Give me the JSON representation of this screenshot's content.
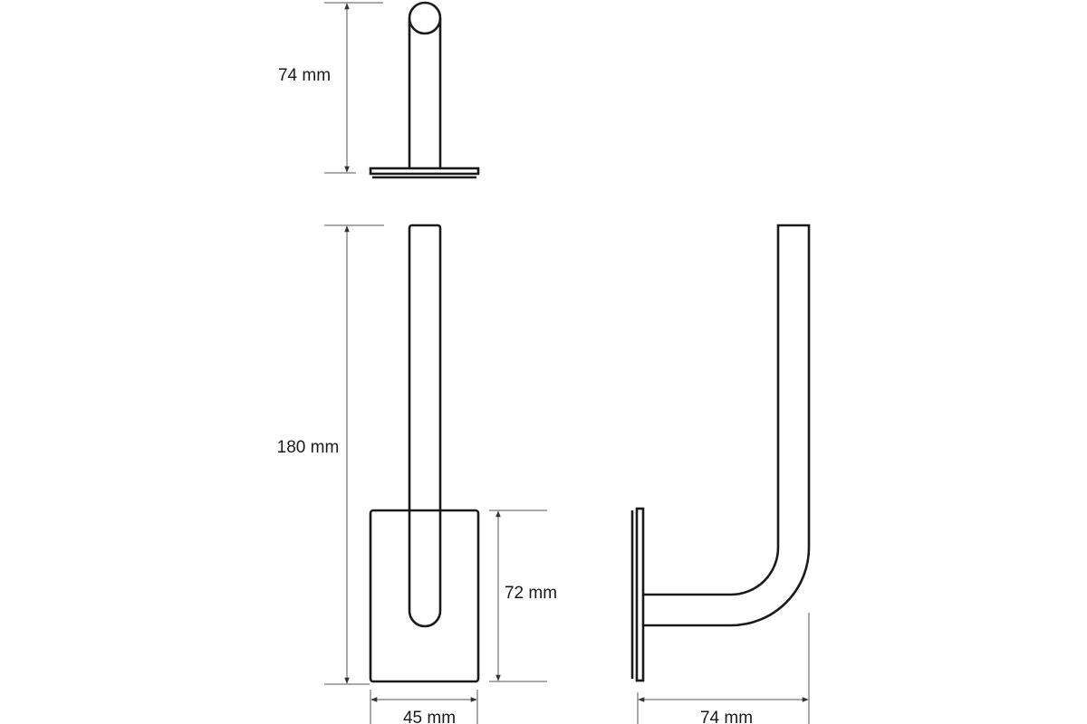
{
  "dimensions": {
    "top_view_depth": "74 mm",
    "front_height": "180 mm",
    "plate_height": "72 mm",
    "plate_width": "45 mm",
    "side_depth": "74 mm"
  }
}
